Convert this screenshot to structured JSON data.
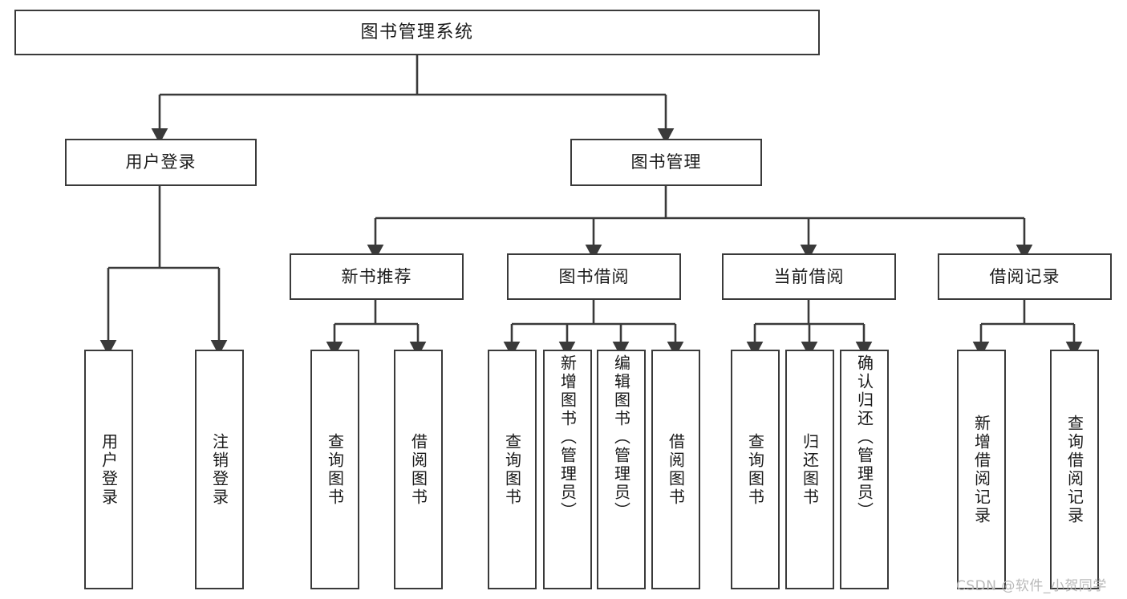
{
  "diagram": {
    "title": "图书管理系统",
    "type": "tree",
    "background_color": "#ffffff",
    "line_color": "#3a3a3a",
    "text_color": "#1a1a1a"
  },
  "nodes": {
    "root": {
      "label": "图书管理系统"
    },
    "level2": [
      {
        "id": "user-login",
        "label": "用户登录"
      },
      {
        "id": "book-manage",
        "label": "图书管理"
      }
    ],
    "level3": [
      {
        "id": "new-book-recommend",
        "label": "新书推荐"
      },
      {
        "id": "book-borrow",
        "label": "图书借阅"
      },
      {
        "id": "current-borrow",
        "label": "当前借阅"
      },
      {
        "id": "borrow-record",
        "label": "借阅记录"
      }
    ],
    "leaves": {
      "user-login": [
        {
          "id": "leaf-user-login",
          "label": "用户登录"
        },
        {
          "id": "leaf-logout-login",
          "label": "注销登录"
        }
      ],
      "new-book-recommend": [
        {
          "id": "leaf-query-book-1",
          "label": "查询图书"
        },
        {
          "id": "leaf-borrow-book-1",
          "label": "借阅图书"
        }
      ],
      "book-borrow": [
        {
          "id": "leaf-query-book-2",
          "label": "查询图书"
        },
        {
          "id": "leaf-add-book",
          "label": "新增图书（管理员）"
        },
        {
          "id": "leaf-edit-book",
          "label": "编辑图书（管理员）"
        },
        {
          "id": "leaf-borrow-book-2",
          "label": "借阅图书"
        }
      ],
      "current-borrow": [
        {
          "id": "leaf-query-book-3",
          "label": "查询图书"
        },
        {
          "id": "leaf-return-book",
          "label": "归还图书"
        },
        {
          "id": "leaf-confirm-return",
          "label": "确认归还（管理员）"
        }
      ],
      "borrow-record": [
        {
          "id": "leaf-add-record",
          "label": "新增借阅记录"
        },
        {
          "id": "leaf-query-record",
          "label": "查询借阅记录"
        }
      ]
    }
  },
  "watermark": {
    "text": "CSDN @软件_小贺同学"
  }
}
